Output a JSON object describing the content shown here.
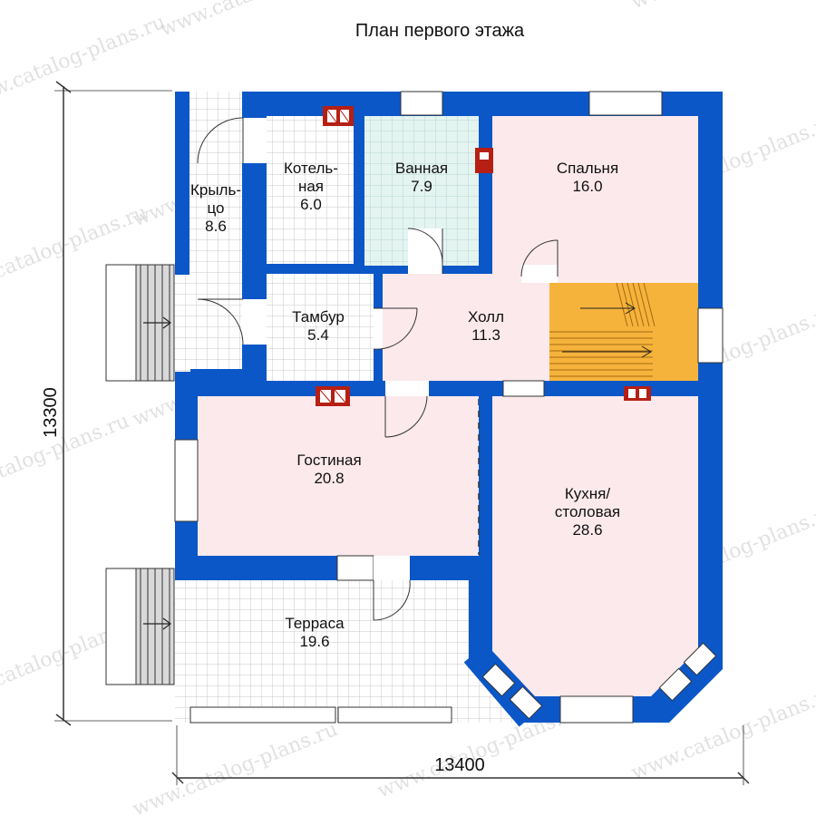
{
  "title": "План первого этажа",
  "dimensions": {
    "width": "13400",
    "height": "13300"
  },
  "watermark": "www.catalog-plans.ru",
  "colors": {
    "wall": "#0b57c7",
    "room_pink": "#fbe9ec",
    "room_wet": "#e4f4f1",
    "stairs": "#f6b33c",
    "chimney": "#b51f14",
    "grid_line": "#c8c8c8"
  },
  "rooms": [
    {
      "id": "kryltso",
      "lines": [
        "Крыль-",
        "цо",
        "8.6"
      ]
    },
    {
      "id": "kotelnaya",
      "lines": [
        "Котель-",
        "ная",
        "6.0"
      ]
    },
    {
      "id": "vannaya",
      "lines": [
        "Ванная",
        "7.9"
      ]
    },
    {
      "id": "spalnya",
      "lines": [
        "Спальня",
        "16.0"
      ]
    },
    {
      "id": "tambur",
      "lines": [
        "Тамбур",
        "5.4"
      ]
    },
    {
      "id": "holl",
      "lines": [
        "Холл",
        "11.3"
      ]
    },
    {
      "id": "gostinaya",
      "lines": [
        "Гостиная",
        "20.8"
      ]
    },
    {
      "id": "kuhnya",
      "lines": [
        "Кухня/",
        "столовая",
        "28.6"
      ]
    },
    {
      "id": "terrasa",
      "lines": [
        "Терраса",
        "19.6"
      ]
    }
  ]
}
